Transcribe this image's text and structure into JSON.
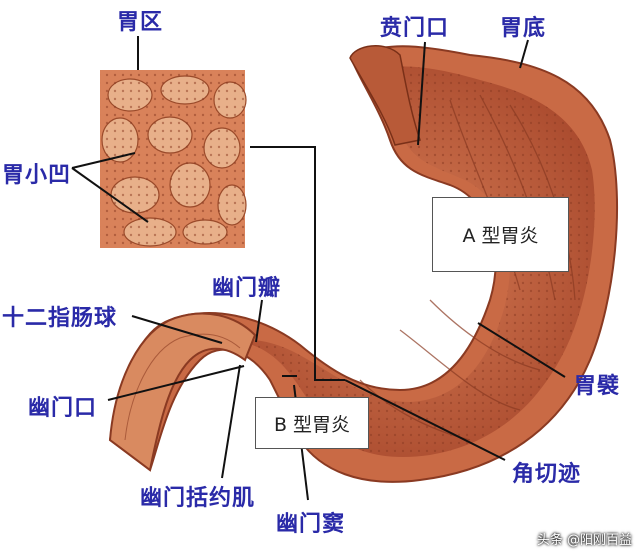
{
  "labels": {
    "gastric_area": "胃区",
    "cardia": "贲门口",
    "fundus": "胃底",
    "gastric_pits": "胃小凹",
    "pyloric_valve": "幽门瓣",
    "duodenal_bulb": "十二指肠球",
    "pylorus": "幽门口",
    "pyloric_sphincter": "幽门括约肌",
    "pyloric_antrum": "幽门窦",
    "angular_incisure": "角切迹",
    "gastric_folds": "胃襞"
  },
  "boxes": {
    "type_a": "A 型胃炎",
    "type_b": "B 型胃炎"
  },
  "watermark": "头条 @阳刚百益",
  "colors": {
    "label_text": "#2a2aa8",
    "leader_line": "#111111",
    "tissue_outer": "#c96a45",
    "tissue_inner": "#e3a07a",
    "mucosa": "#b8583a"
  }
}
